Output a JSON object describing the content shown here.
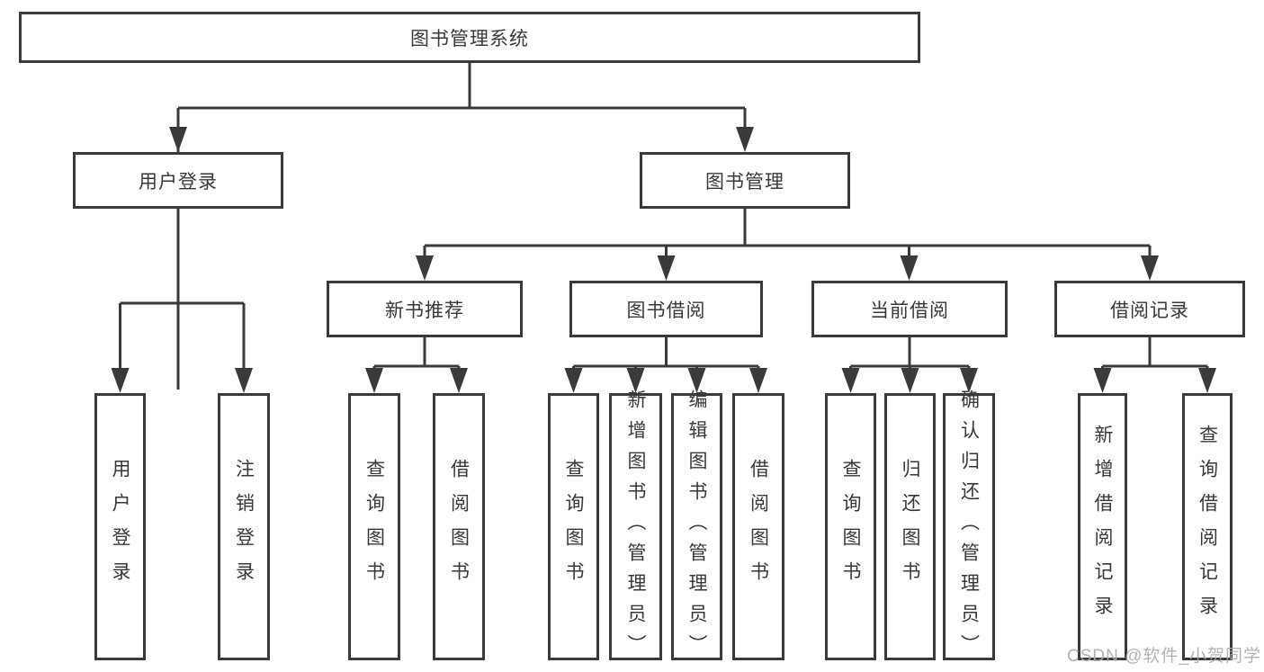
{
  "diagram": {
    "type": "hierarchy-tree",
    "colors": {
      "line": "#3a3a3a",
      "box_border": "#3a3a3a",
      "box_fill": "#ffffff",
      "text": "#383838",
      "watermark": "#ababab",
      "background": "#ffffff"
    },
    "structure": {
      "图书管理系统": {
        "用户登录": [
          "用户登录",
          "注销登录"
        ],
        "图书管理": {
          "新书推荐": [
            "查询图书",
            "借阅图书"
          ],
          "图书借阅": [
            "查询图书",
            "新增图书（管理员）",
            "编辑图书（管理员）",
            "借阅图书"
          ],
          "当前借阅": [
            "查询图书",
            "归还图书",
            "确认归还（管理员）"
          ],
          "借阅记录": [
            "新增借阅记录",
            "查询借阅记录"
          ]
        }
      }
    }
  },
  "nodes": {
    "root": "图书管理系统",
    "user_login": "用户登录",
    "book_mgmt": "图书管理",
    "new_book_rec": "新书推荐",
    "book_borrow": "图书借阅",
    "current_borrow": "当前借阅",
    "borrow_records": "借阅记录",
    "leaf_user_login": "用户登录",
    "leaf_logout": "注销登录",
    "leaf_rec_query": "查询图书",
    "leaf_rec_borrow": "借阅图书",
    "leaf_bb_query": "查询图书",
    "leaf_bb_add": "新增图书（管理员）",
    "leaf_bb_edit": "编辑图书（管理员）",
    "leaf_bb_borrow": "借阅图书",
    "leaf_cb_query": "查询图书",
    "leaf_cb_return": "归还图书",
    "leaf_cb_confirm": "确认归还（管理员）",
    "leaf_br_add": "新增借阅记录",
    "leaf_br_query": "查询借阅记录"
  },
  "watermark": {
    "text": "CSDN @软件_小贺同学"
  }
}
